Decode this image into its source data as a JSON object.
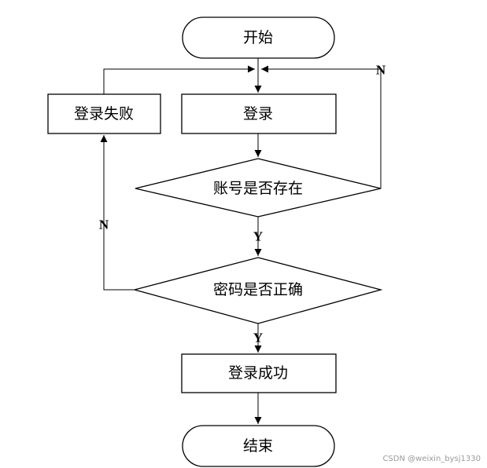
{
  "nodes": {
    "start": "开始",
    "login": "登录",
    "login_failed": "登录失败",
    "account_exists": "账号是否存在",
    "password_correct": "密码是否正确",
    "login_success": "登录成功",
    "end": "结束"
  },
  "branches": {
    "account_no": "N",
    "account_yes": "Y",
    "password_no": "N",
    "password_yes": "Y"
  },
  "watermark": "CSDN @weixin_bysj1330"
}
